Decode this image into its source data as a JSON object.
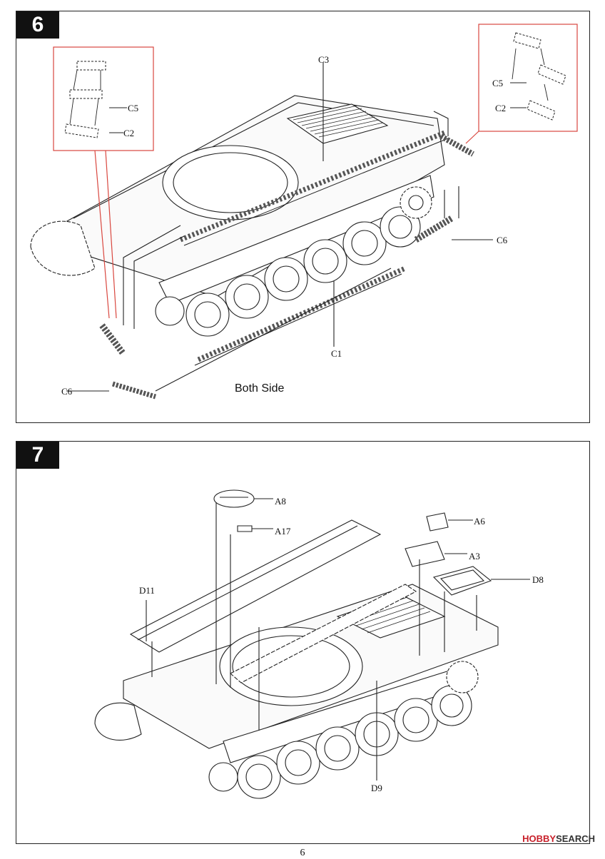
{
  "steps": [
    {
      "number": "6",
      "note": "Both Side",
      "callouts": {
        "c3": "C3",
        "c5_left": "C5",
        "c2_left": "C2",
        "c5_right": "C5",
        "c2_right": "C2",
        "c6_right": "C6",
        "c1": "C1",
        "c6_left": "C6"
      }
    },
    {
      "number": "7",
      "callouts": {
        "a8": "A8",
        "a17": "A17",
        "a6": "A6",
        "a3": "A3",
        "d8": "D8",
        "d11": "D11",
        "d9": "D9"
      }
    }
  ],
  "page_number": "6",
  "watermark": {
    "brand": "HOBBY",
    "suffix": "SEARCH"
  },
  "colors": {
    "callout_box": "#d9473f",
    "line": "#222222"
  }
}
